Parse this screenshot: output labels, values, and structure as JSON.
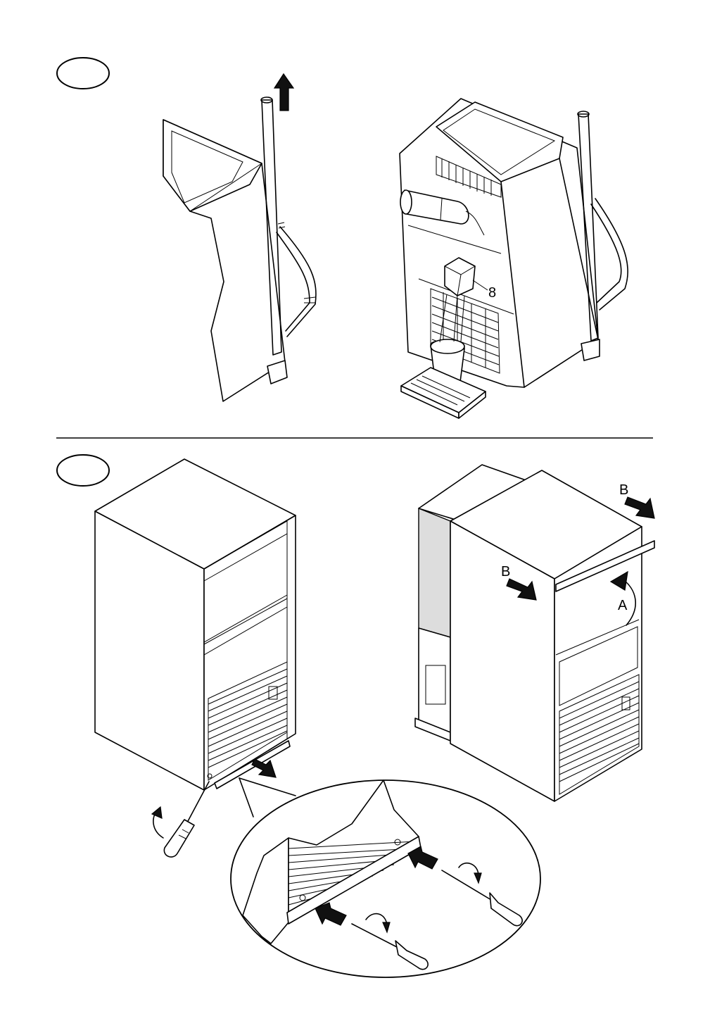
{
  "figure_top": {
    "part_label": "8"
  },
  "figure_bottom": {
    "labels": {
      "b_top": "B",
      "b_side": "B",
      "a_rotate": "A"
    }
  },
  "colors": {
    "ink": "#000000",
    "paper": "#ffffff"
  },
  "icons": [
    "arrow-up-icon",
    "arrow-right-icon",
    "screwdriver-icon",
    "rotate-arrow-icon"
  ]
}
